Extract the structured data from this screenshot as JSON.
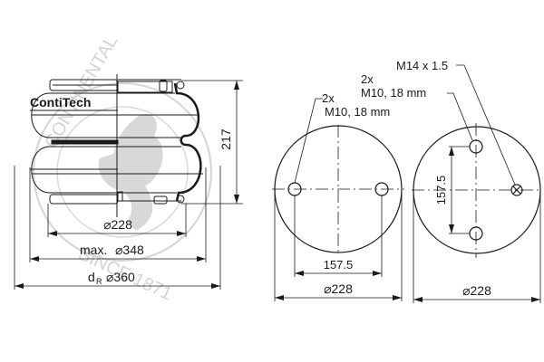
{
  "brand": {
    "logo_text": "ContiTech"
  },
  "watermark": {
    "top_text": "CONTINENTAL",
    "bottom_text": "SINCE 1871",
    "color": "#c8c8c8"
  },
  "side_view": {
    "height_label": "217",
    "dim_228": "⌀228",
    "dim_348_prefix": "max.",
    "dim_348": "⌀348",
    "dim_360_prefix": "d",
    "dim_360_sub": "R",
    "dim_360": "⌀360"
  },
  "bottom_plate": {
    "callout_line1": "2x",
    "callout_line2": "M10, 18 mm",
    "hole_spacing": "157.5",
    "diameter": "⌀228"
  },
  "top_plate": {
    "air_callout": "M14 x 1.5",
    "callout_line1": "2x",
    "callout_line2": "M10, 18 mm",
    "hole_spacing": "157.5",
    "diameter": "⌀228"
  }
}
